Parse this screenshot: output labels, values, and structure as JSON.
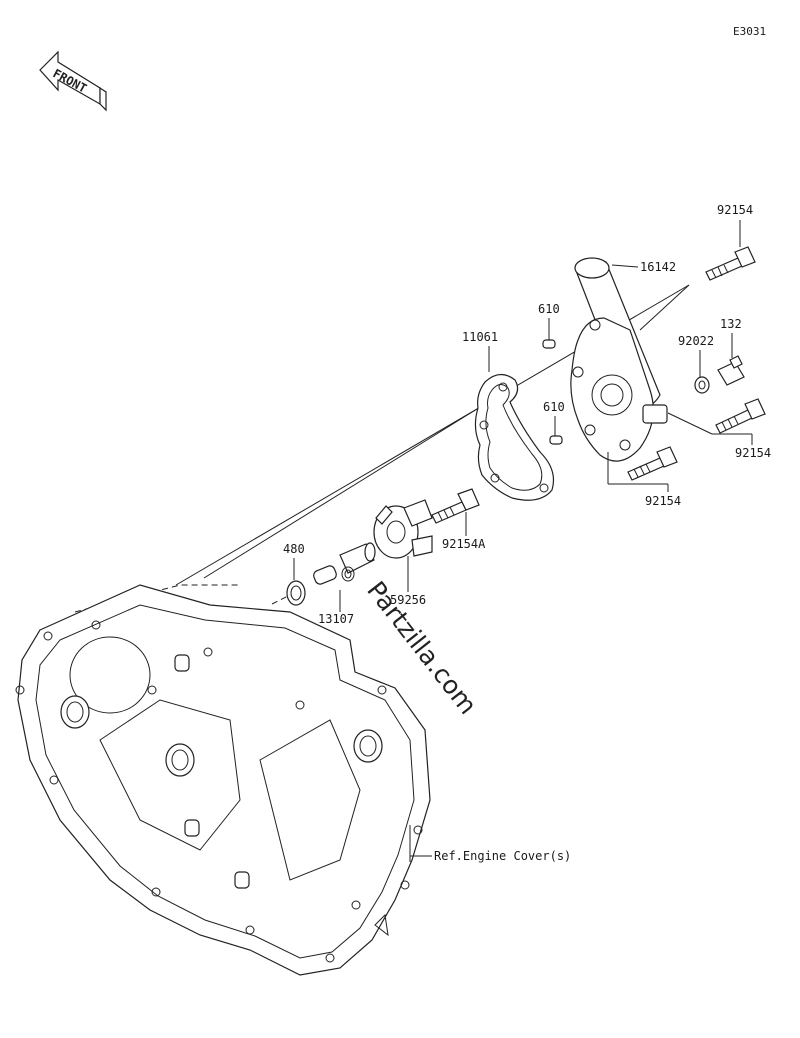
{
  "diagram": {
    "code": "E3031",
    "front_label": "FRONT",
    "watermark": "Partzilla.com",
    "parts": {
      "bolt_top": "92154",
      "pump_cover": "16142",
      "dowel_upper": "610",
      "gasket": "11061",
      "washer": "92022",
      "plug": "132",
      "dowel_lower": "610",
      "bolt_right": "92154",
      "bolt_lower": "92154",
      "bolt_impeller": "92154A",
      "impeller": "59256",
      "oil_seal": "480",
      "shaft": "13107"
    },
    "reference_note": "Ref.Engine Cover(s)"
  }
}
